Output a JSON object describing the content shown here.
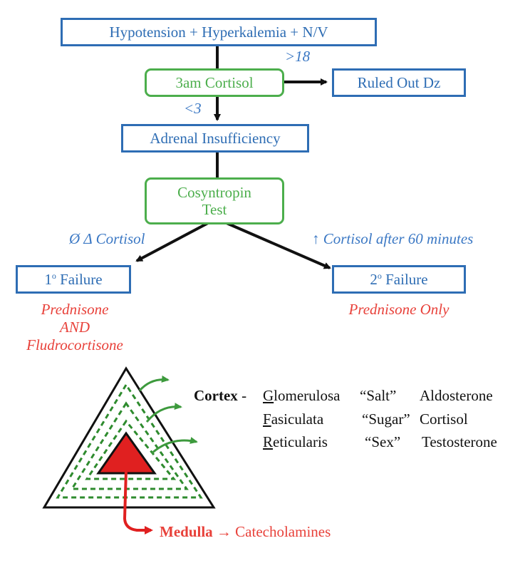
{
  "flow": {
    "start": "Hypotension + Hyperkalemia + N/V",
    "cortisol": "3am Cortisol",
    "ruled_out": "Ruled Out Dz",
    "adrenal": "Adrenal Insufficiency",
    "cosyn_line1": "Cosyntropin",
    "cosyn_line2": "Test",
    "primary": "1",
    "secondary": "2",
    "degree": "o",
    "failure_word": " Failure",
    "gt_label": ">18",
    "lt_label": "<3",
    "no_change_label": "Ø Δ Cortisol",
    "increase_label": "↑ Cortisol after 60 minutes",
    "primary_tx_1": "Prednisone",
    "primary_tx_2": "AND",
    "primary_tx_3": "Fludrocortisone",
    "secondary_tx": "Prednisone Only"
  },
  "cortex": {
    "heading": "Cortex",
    "dash": " -",
    "rows": [
      {
        "initial": "G",
        "zone_rest": "lomerulosa",
        "nickname": "“Salt”",
        "hormone": "Aldosterone"
      },
      {
        "initial": "F",
        "zone_rest": "asiculata",
        "nickname": "“Sugar”",
        "hormone": "Cortisol"
      },
      {
        "initial": "R",
        "zone_rest": "eticularis",
        "nickname": "“Sex”",
        "hormone": "Testosterone"
      }
    ]
  },
  "medulla": {
    "name": "Medulla",
    "arrow": " → ",
    "product": "Catecholamines"
  },
  "colors": {
    "box_blue": "#2e6db4",
    "box_green": "#4cae4c",
    "treatment_red": "#e8413a",
    "medulla_red": "#e02020"
  }
}
